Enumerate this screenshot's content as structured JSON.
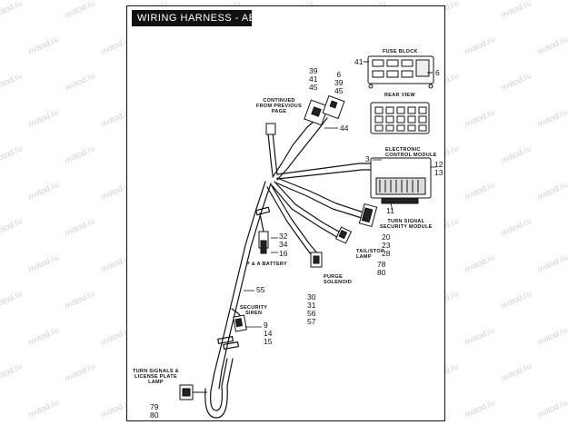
{
  "title": "WIRING HARNESS - ABS",
  "watermark": "motod.ru",
  "labels": {
    "fuse_block": "FUSE BLOCK",
    "rear_view": "REAR VIEW",
    "continued_from": [
      "CONTINUED",
      "FROM PREVIOUS",
      "PAGE"
    ],
    "electronic_control_module": [
      "ELECTRONIC",
      "CONTROL MODULE"
    ],
    "turn_signal_security_module": [
      "TURN SIGNAL",
      "SECURITY MODULE"
    ],
    "tail_stop_lamp": [
      "TAIL/STOP",
      "LAMP"
    ],
    "purge_solenoid": [
      "PURGE",
      "SOLENOID"
    ],
    "security_siren": [
      "SECURITY",
      "SIREN"
    ],
    "p_a_battery": "P & A BATTERY",
    "turn_signals_license_plate_lamp": [
      "TURN SIGNALS &",
      "LICENSE PLATE",
      "LAMP"
    ]
  },
  "refs": {
    "fuse_left": "41",
    "fuse_right": "6",
    "top_left": [
      "39",
      "41",
      "45"
    ],
    "top_right": [
      "6",
      "39",
      "45"
    ],
    "connector_44": "44",
    "ecm_3": "3",
    "ecm_right": [
      "12",
      "13"
    ],
    "ecm_11": "11",
    "turn_signal_module": [
      "20",
      "23",
      "28"
    ],
    "tail_stop": [
      "78",
      "80"
    ],
    "purge": [
      "30",
      "31",
      "56",
      "57"
    ],
    "battery": [
      "32",
      "34"
    ],
    "battery_16": "16",
    "siren_55": "55",
    "siren": [
      "9",
      "14",
      "15"
    ],
    "rear_lamp": [
      "79",
      "80"
    ]
  }
}
